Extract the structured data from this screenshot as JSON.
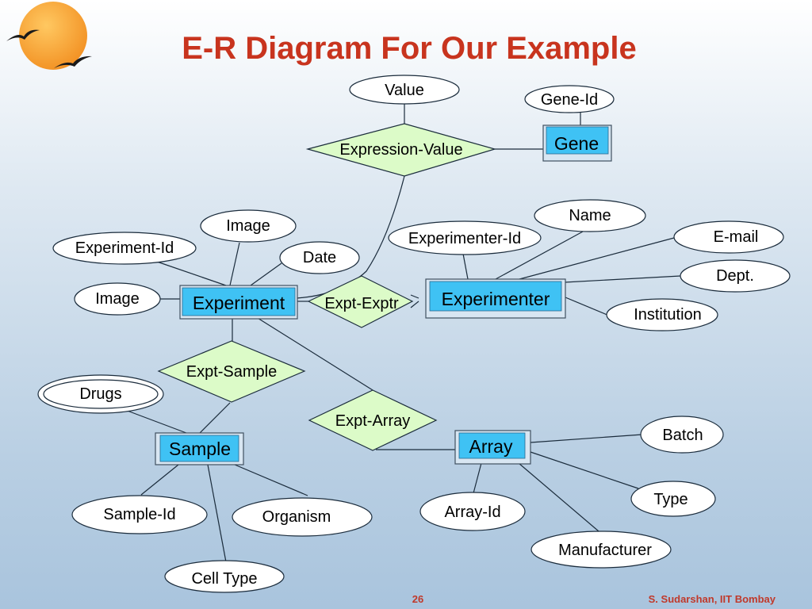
{
  "title": "E-R Diagram For Our Example",
  "footer": {
    "page_number": "26",
    "author": "S. Sudarshan, IIT Bombay"
  },
  "entities": {
    "gene": "Gene",
    "experiment": "Experiment",
    "experimenter": "Experimenter",
    "sample": "Sample",
    "array": "Array"
  },
  "relationships": {
    "expression_value": "Expression-Value",
    "expt_exptr": "Expt-Exptr",
    "expt_sample": "Expt-Sample",
    "expt_array": "Expt-Array"
  },
  "attributes": {
    "value": "Value",
    "gene_id": "Gene-Id",
    "image_top": "Image",
    "experiment_id": "Experiment-Id",
    "date": "Date",
    "image_left": "Image",
    "name": "Name",
    "experimenter_id": "Experimenter-Id",
    "email": "E-mail",
    "dept": "Dept.",
    "institution": "Institution",
    "drugs": "Drugs",
    "sample_id": "Sample-Id",
    "organism": "Organism",
    "cell_type": "Cell Type",
    "batch": "Batch",
    "type": "Type",
    "array_id": "Array-Id",
    "manufacturer": "Manufacturer"
  },
  "colors": {
    "title": "#c8341e",
    "entity_fill": "#3fc2f4",
    "relationship_fill": "#dcfbc8",
    "attribute_fill": "#ffffff",
    "logo_sun": "#f7a234"
  }
}
